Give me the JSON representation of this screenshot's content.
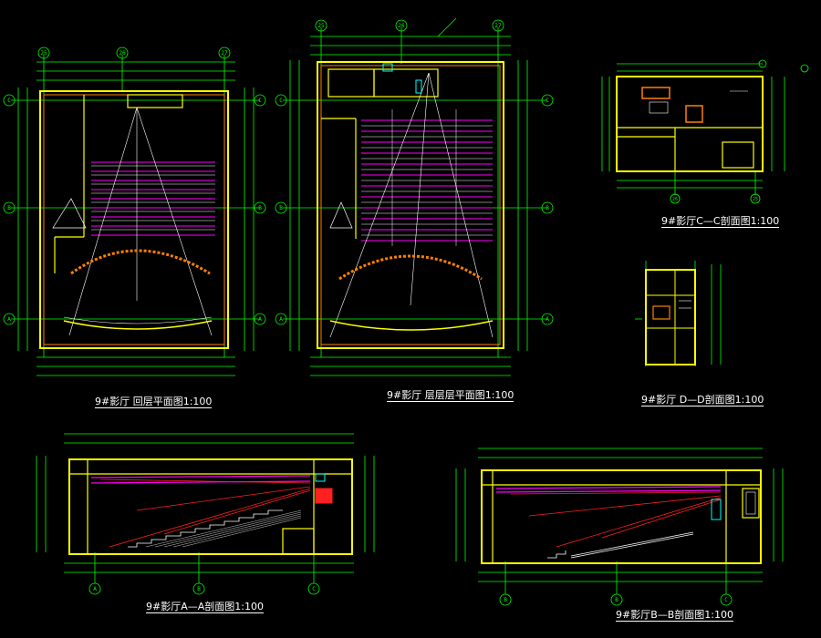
{
  "captions": {
    "plan_first_floor": "9#影厅 回层平面图1:100",
    "plan_second_floor": "9#影厅 层层层平面图1:100",
    "section_c": "9#影厅C—C剖面图1:100",
    "section_d": "9#影厅 D—D剖面图1:100",
    "section_a": "9#影厅A—A剖面图1:100",
    "section_b": "9#影厅B—B剖面图1:100"
  },
  "grid_bubbles": {
    "top_plan1": [
      "25",
      "26",
      "27"
    ],
    "top_plan2": [
      "25",
      "26",
      "27"
    ],
    "side_plan": [
      "C",
      "B",
      "A"
    ],
    "section_c_bottom": [
      "26",
      "25"
    ],
    "section_a_bottom": [
      "A",
      "B",
      "C"
    ],
    "section_b_bottom": [
      "B",
      "B",
      "C"
    ]
  },
  "colors": {
    "background": "#000000",
    "green": "#00ff00",
    "yellow": "#ffff00",
    "magenta": "#ff00ff",
    "red": "#ff2020",
    "white": "#ffffff",
    "cyan": "#00ffff",
    "orange": "#ff8000"
  }
}
